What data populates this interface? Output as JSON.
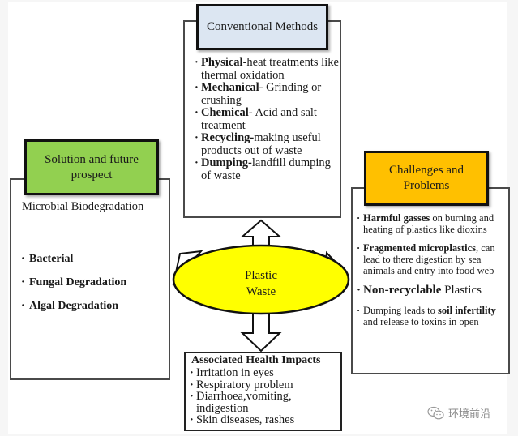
{
  "center": {
    "label_line1": "Plastic",
    "label_line2": "Waste",
    "fill": "#ffff00"
  },
  "conventional": {
    "title": "Conventional Methods",
    "header_color": "#dce6f2",
    "items": [
      {
        "bold": "Physical",
        "text": "-heat treatments like thermal oxidation"
      },
      {
        "bold": "Mechanical-",
        "text": " Grinding or crushing"
      },
      {
        "bold": "Chemical-",
        "text": " Acid and salt treatment"
      },
      {
        "bold": "Recycling-",
        "text": "making useful products out of waste"
      },
      {
        "bold": "Dumping-",
        "text": "landfill dumping of waste"
      }
    ]
  },
  "solution": {
    "title": "Solution and future prospect",
    "header_color": "#92d050",
    "subtitle": "Microbial Biodegradation",
    "items": [
      "Bacterial",
      "Fungal Degradation",
      "Algal Degradation"
    ]
  },
  "challenges": {
    "title": "Challenges and Problems",
    "header_color": "#ffc000",
    "items": [
      {
        "pre": "",
        "bold": "Harmful gasses",
        "post": " on burning and heating of plastics like dioxins"
      },
      {
        "pre": "",
        "bold": "Fragmented microplastics",
        "post": ", can lead to there digestion by sea animals and entry into food web"
      },
      {
        "pre": "",
        "bold": "Non-recyclable",
        "post": " Plastics"
      },
      {
        "pre": "Dumping leads to ",
        "bold": "soil infertility",
        "post": " and release to toxins in open"
      }
    ]
  },
  "health": {
    "title": "Associated Health Impacts",
    "items": [
      "Irritation in eyes",
      "Respiratory problem",
      "Diarrhoea,vomiting, indigestion",
      "Skin diseases, rashes"
    ]
  },
  "watermark": {
    "icon": "wechat-icon",
    "text": "环境前沿"
  }
}
